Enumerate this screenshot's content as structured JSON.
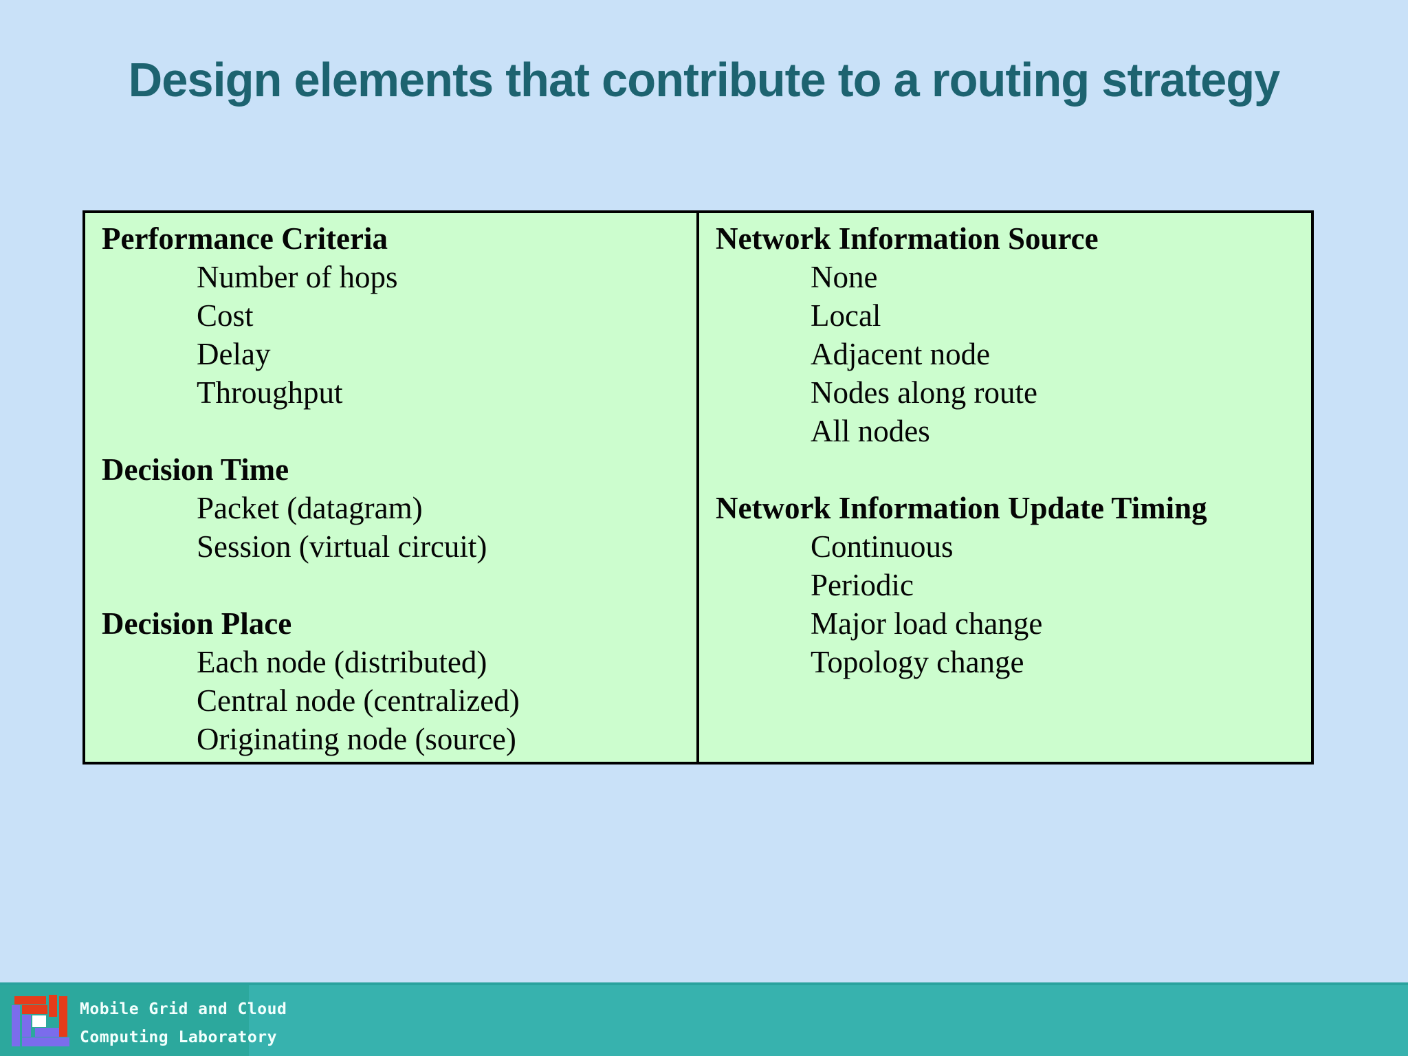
{
  "slide": {
    "title": "Design elements that contribute to a routing strategy"
  },
  "table": {
    "left_column": {
      "rows": [
        {
          "type": "header",
          "text": "Performance Criteria"
        },
        {
          "type": "item",
          "text": "Number of hops"
        },
        {
          "type": "item",
          "text": "Cost"
        },
        {
          "type": "item",
          "text": "Delay"
        },
        {
          "type": "item",
          "text": "Throughput"
        },
        {
          "type": "blank",
          "text": ""
        },
        {
          "type": "header",
          "text": "Decision Time"
        },
        {
          "type": "item",
          "text": "Packet (datagram)"
        },
        {
          "type": "item",
          "text": "Session (virtual circuit)"
        },
        {
          "type": "blank",
          "text": ""
        },
        {
          "type": "header",
          "text": "Decision Place"
        },
        {
          "type": "item",
          "text": "Each node (distributed)"
        },
        {
          "type": "item",
          "text": "Central node (centralized)"
        },
        {
          "type": "item",
          "text": "Originating node (source)"
        }
      ]
    },
    "right_column": {
      "rows": [
        {
          "type": "header",
          "text": "Network Information Source"
        },
        {
          "type": "item",
          "text": "None"
        },
        {
          "type": "item",
          "text": "Local"
        },
        {
          "type": "item",
          "text": "Adjacent node"
        },
        {
          "type": "item",
          "text": "Nodes along route"
        },
        {
          "type": "item",
          "text": "All nodes"
        },
        {
          "type": "blank",
          "text": ""
        },
        {
          "type": "header",
          "text": "Network Information Update Timing"
        },
        {
          "type": "item",
          "text": "Continuous"
        },
        {
          "type": "item",
          "text": "Periodic"
        },
        {
          "type": "item",
          "text": "Major load change"
        },
        {
          "type": "item",
          "text": "Topology change"
        }
      ]
    }
  },
  "footer": {
    "lab_name_line1": "Mobile Grid and Cloud",
    "lab_name_line2": "Computing Laboratory",
    "logo_icon": "mgcc-lab-logo"
  },
  "colors": {
    "background": "#c9e1f8",
    "title": "#1d6370",
    "table_background": "#ccfdce",
    "table_border": "#000000",
    "footer_teal": "#37b2ae",
    "footer_left_teal": "#2ca89d",
    "footer_edge": "#2aa29e",
    "footer_text": "#f2fffd",
    "logo_red": "#e63c1a",
    "logo_purple": "#7b6cec",
    "logo_white": "#ffffff"
  }
}
